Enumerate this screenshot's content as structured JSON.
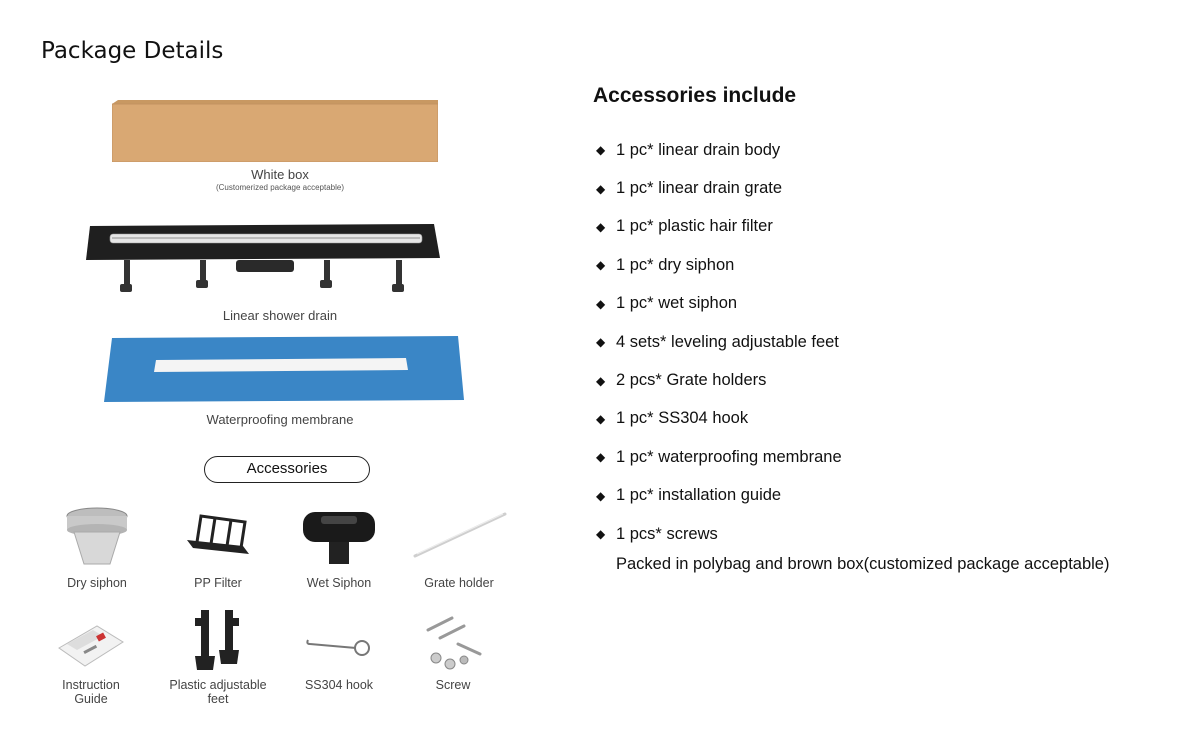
{
  "page": {
    "title": "Package Details"
  },
  "package": {
    "white_box_label": "White box",
    "white_box_sub": "(Customerized package acceptable)",
    "drain_label": "Linear shower drain",
    "membrane_label": "Waterproofing membrane",
    "box_color": "#d9a873",
    "membrane_color": "#3a86c6"
  },
  "accessories_title": "Accessories",
  "accessories": [
    {
      "label": "Dry siphon",
      "icon": "dry-siphon-icon"
    },
    {
      "label": "PP Filter",
      "icon": "filter-icon"
    },
    {
      "label": "Wet Siphon",
      "icon": "wet-siphon-icon"
    },
    {
      "label": "Grate holder",
      "icon": "grate-holder-icon"
    },
    {
      "label": "Instruction Guide",
      "icon": "guide-icon"
    },
    {
      "label": "Plastic adjustable feet",
      "icon": "feet-icon"
    },
    {
      "label": "SS304 hook",
      "icon": "hook-icon"
    },
    {
      "label": "Screw",
      "icon": "screw-icon"
    }
  ],
  "includes": {
    "title": "Accessories include",
    "bullet": "◆",
    "items": [
      "1 pc* linear drain body",
      "1 pc* linear drain grate",
      "1 pc* plastic hair filter",
      "1 pc* dry siphon",
      "1 pc* wet siphon",
      "4 sets* leveling adjustable feet",
      "2 pcs* Grate holders",
      "1 pc* SS304 hook",
      "1 pc* waterproofing membrane",
      "1 pc* installation guide",
      "1 pcs* screws"
    ],
    "packed_note": "Packed in polybag and brown box(customized package acceptable)"
  }
}
